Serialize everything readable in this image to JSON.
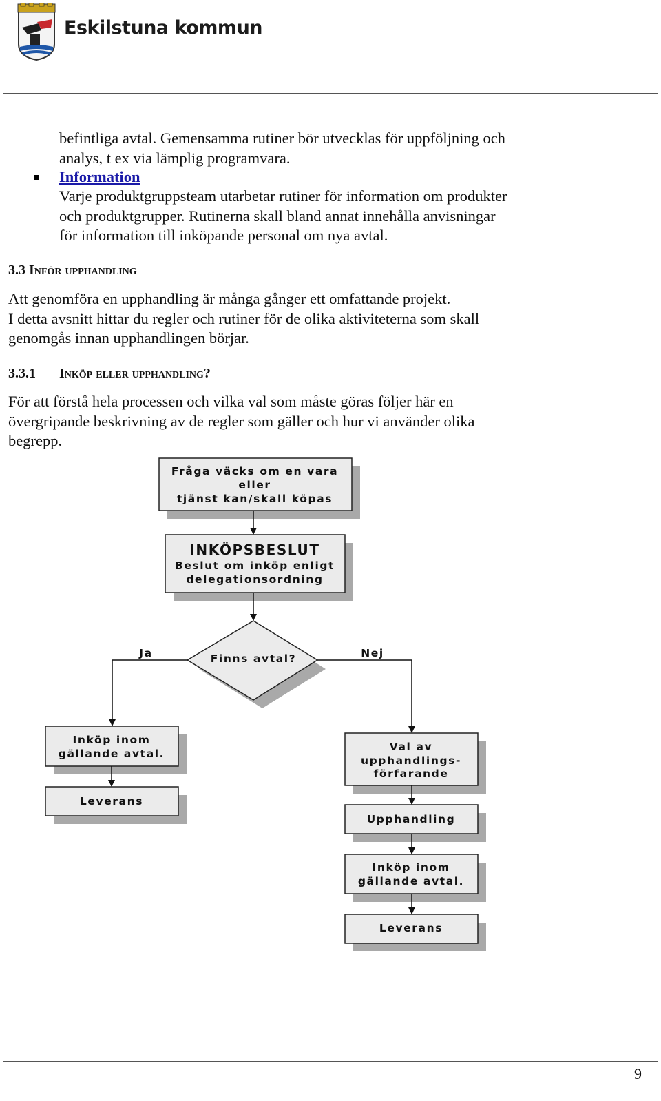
{
  "header": {
    "org_name": "Eskilstuna kommun"
  },
  "body": {
    "para1_lines": [
      "befintliga avtal. Gemensamma rutiner bör utvecklas för uppföljning och",
      "analys, t ex via lämplig programvara."
    ],
    "bullet_title": "Information",
    "para2_lines": [
      "Varje produktgruppsteam utarbetar rutiner för information om produkter",
      "och produktgrupper. Rutinerna skall bland annat innehålla anvisningar",
      "för information till inköpande personal om nya avtal."
    ],
    "section_33_heading": "3.3 Inför upphandling",
    "para3_lines": [
      "Att genomföra en upphandling är många gånger ett omfattande projekt.",
      "I detta avsnitt hittar du regler och rutiner för de olika aktiviteterna som skall",
      "genomgås innan upphandlingen börjar."
    ],
    "section_331_number": "3.3.1",
    "section_331_title": "Inköp eller upphandling?",
    "para4_lines": [
      "För att förstå hela processen och vilka val som måste göras följer här en",
      "övergripande beskrivning av de regler som gäller och hur vi använder olika",
      "begrepp."
    ]
  },
  "flowchart": {
    "start_lines": [
      "Fråga väcks om en vara",
      "eller",
      "tjänst kan/skall köpas"
    ],
    "decision_title": "INKÖPSBESLUT",
    "decision_sub_lines": [
      "Beslut om inköp enligt",
      "delegationsordning"
    ],
    "diamond_text": "Finns avtal?",
    "yes_label": "Ja",
    "no_label": "Nej",
    "left_purchase_lines": [
      "Inköp inom",
      "gällande avtal."
    ],
    "left_delivery": "Leverans",
    "right_choice_lines": [
      "Val av",
      "upphandlings-",
      "förfarande"
    ],
    "right_procurement": "Upphandling",
    "right_purchase_lines": [
      "Inköp inom",
      "gällande avtal."
    ],
    "right_delivery": "Leverans",
    "colors": {
      "box_fill": "#ebebeb",
      "shadow": "#a9a9a9",
      "stroke": "#222222"
    }
  },
  "footer": {
    "page_number": "9"
  }
}
